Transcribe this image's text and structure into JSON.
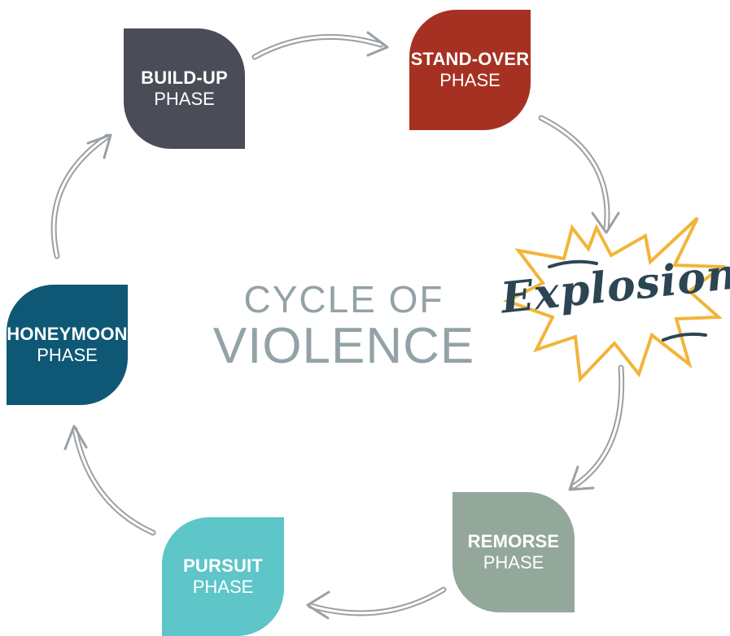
{
  "title": {
    "line1": "CYCLE OF",
    "line2": "VIOLENCE"
  },
  "phases": [
    {
      "id": "build-up",
      "name": "BUILD-UP",
      "suffix": "PHASE",
      "color": "#4a4d57"
    },
    {
      "id": "stand-over",
      "name": "STAND-OVER",
      "suffix": "PHASE",
      "color": "#a63122"
    },
    {
      "id": "remorse",
      "name": "REMORSE",
      "suffix": "PHASE",
      "color": "#93a89b"
    },
    {
      "id": "pursuit",
      "name": "PURSUIT",
      "suffix": "PHASE",
      "color": "#5ec5c9"
    },
    {
      "id": "honeymoon",
      "name": "HONEYMOON",
      "suffix": "PHASE",
      "color": "#0e5875"
    }
  ],
  "explosion": {
    "label": "Explosion",
    "text_color": "#2c4552",
    "burst_color": "#f3b43a"
  },
  "colors": {
    "arrow": "#a7acb0",
    "title": "#93a2a6"
  }
}
